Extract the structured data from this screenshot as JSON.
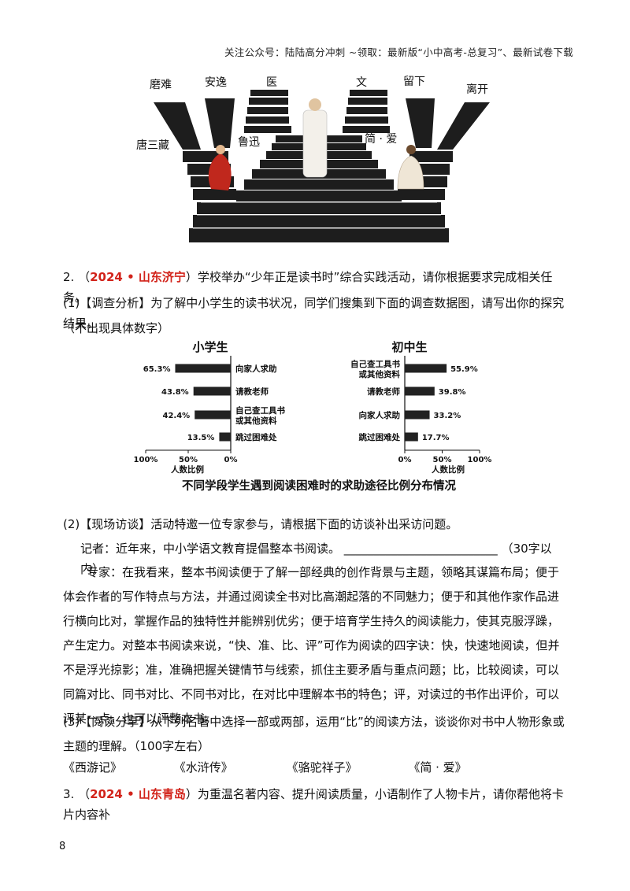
{
  "header": {
    "note": "关注公众号：陆陆高分冲刺  ~领取：最新版“小中高考-总复习”、最新试卷下载"
  },
  "illustration": {
    "labels": [
      "磨难",
      "安逸",
      "医",
      "文",
      "留下",
      "离开",
      "唐三藏",
      "鲁迅",
      "简 · 爱"
    ]
  },
  "q2": {
    "number": "2.",
    "source": "2024 • 山东济宁",
    "stem": "学校举办“少年正是读书时”综合实践活动，请你根据要求完成相关任务。",
    "part1": "(1)【调查分析】为了解中小学生的读书状况，同学们搜集到下面的调查数据图，请写出你的探究结果。",
    "part1_note": "（不出现具体数字）",
    "part2": "(2)【现场访谈】活动特邀一位专家参与，请根据下面的访谈补出采访问题。",
    "reporter": "记者：近年来，中小学语文教育提倡整本书阅读。",
    "blank": "__________________________",
    "blank_limit": "（30字以内）",
    "expert": "专家：在我看来，整本书阅读便于了解一部经典的创作背景与主题，领略其谋篇布局；便于体会作者的写作特点与方法，并通过阅读全书对比高潮起落的不同魅力；便于和其他作家作品进行横向比对，掌握作品的独特性并能辨别优劣；便于培育学生持久的阅读能力，使其克服浮躁，产生定力。对整本书阅读来说，“快、准、比、评”可作为阅读的四字诀：快，快速地阅读，但并不是浮光掠影；准，准确把握关键情节与线索，抓住主要矛盾与重点问题；比，比较阅读，可以同篇对比、同书对比、不同书对比，在对比中理解本书的特色；评，对读过的书作出评价，可以评某一点，也可以评整本书。",
    "part3": "(3)【阅读分享】从下列名著中选择一部或两部，运用“比”的阅读方法，谈谈你对书中人物形象或主题的理解。（100字左右）",
    "books": [
      "《西游记》",
      "《水浒传》",
      "《骆驼祥子》",
      "《简 · 爱》"
    ]
  },
  "q3": {
    "number": "3.",
    "source": "2024 • 山东青岛",
    "stem": "为重温名著内容、提升阅读质量，小语制作了人物卡片，请你帮他将卡片内容补"
  },
  "page_number": "8",
  "chart_data": [
    {
      "type": "bar",
      "title": "小学生",
      "orientation": "horizontal",
      "categories": [
        "向家人求助",
        "请教老师",
        "自己查工具书或其他资料",
        "跳过困难处"
      ],
      "category_lines": [
        [
          "向家人求助"
        ],
        [
          "请教老师"
        ],
        [
          "自己查工具书",
          "或其他资料"
        ],
        [
          "跳过困难处"
        ]
      ],
      "values": [
        65.3,
        43.8,
        42.4,
        13.5
      ],
      "value_labels": [
        "65.3%",
        "43.8%",
        "42.4%",
        "13.5%"
      ],
      "xlim": [
        0,
        100
      ],
      "ticks": [
        "100%",
        "50%",
        "0%"
      ],
      "xlabel": "人数比例",
      "direction": "right-to-left",
      "bar_color": "#222222"
    },
    {
      "type": "bar",
      "title": "初中生",
      "orientation": "horizontal",
      "categories": [
        "自己查工具书或其他资料",
        "请教老师",
        "向家人求助",
        "跳过困难处"
      ],
      "category_lines": [
        [
          "自己查工具书",
          "或其他资料"
        ],
        [
          "请教老师"
        ],
        [
          "向家人求助"
        ],
        [
          "跳过困难处"
        ]
      ],
      "values": [
        55.9,
        39.8,
        33.2,
        17.7
      ],
      "value_labels": [
        "55.9%",
        "39.8%",
        "33.2%",
        "17.7%"
      ],
      "xlim": [
        0,
        100
      ],
      "ticks": [
        "0%",
        "50%",
        "100%"
      ],
      "xlabel": "人数比例",
      "direction": "left-to-right",
      "bar_color": "#222222"
    }
  ],
  "chart_caption": "不同学段学生遇到阅读困难时的求助途径比例分布情况"
}
